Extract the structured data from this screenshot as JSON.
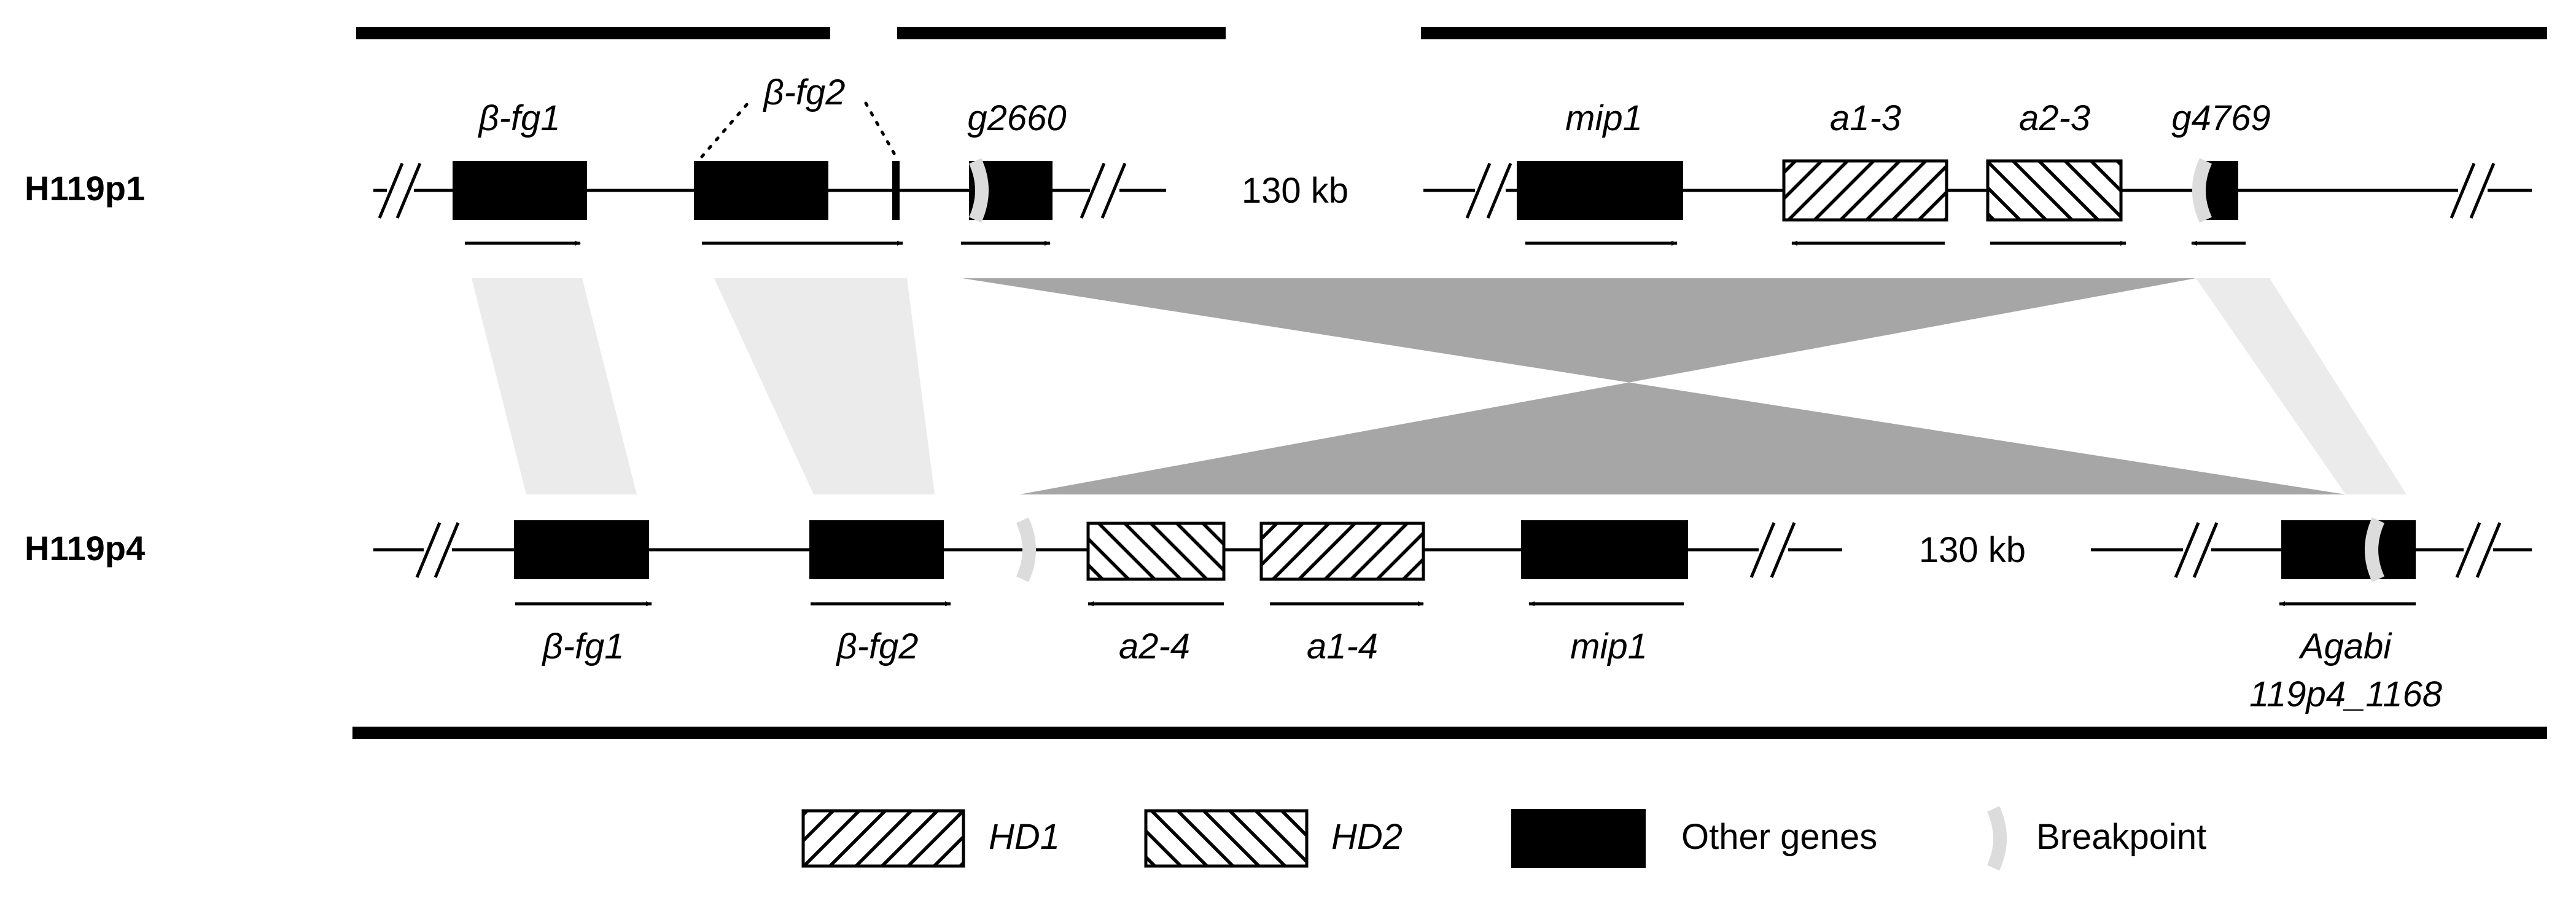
{
  "rows": {
    "top": "H119p1",
    "bottom": "H119p4"
  },
  "gap_label": "130 kb",
  "genes_top": {
    "bfg1": "β-fg1",
    "bfg2": "β-fg2",
    "g2660": "g2660",
    "mip1": "mip1",
    "a13": "a1-3",
    "a23": "a2-3",
    "g4769": "g4769"
  },
  "genes_bottom": {
    "bfg1": "β-fg1",
    "bfg2": "β-fg2",
    "a24": "a2-4",
    "a14": "a1-4",
    "mip1": "mip1",
    "agabi_line1": "Agabi",
    "agabi_line2": "119p4_1168"
  },
  "legend": {
    "hd1": "HD1",
    "hd2": "HD2",
    "other": "Other genes",
    "breakpoint": "Breakpoint"
  },
  "colors": {
    "gene_fill": "#000000",
    "breakpoint": "#dcdcdc",
    "light_band": "#ebebeb",
    "dark_band": "#a6a6a6"
  }
}
